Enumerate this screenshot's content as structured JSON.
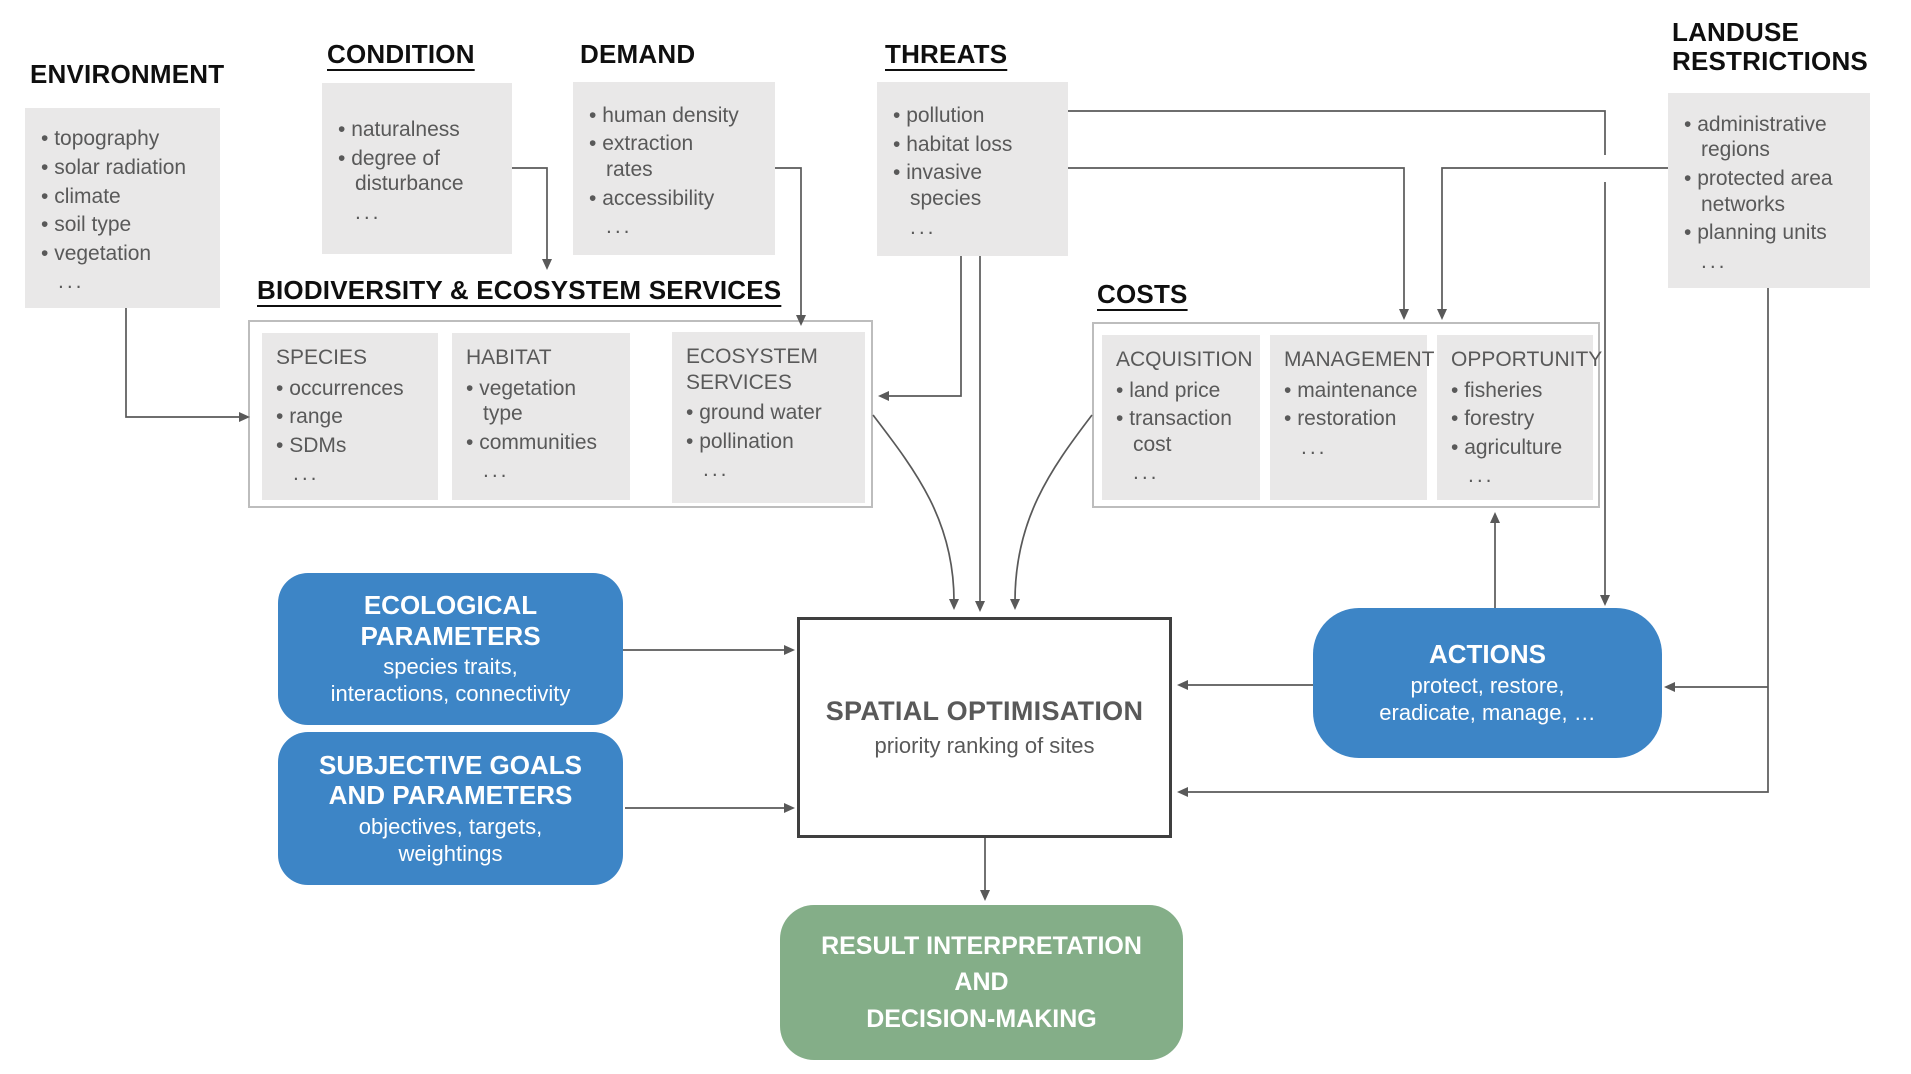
{
  "colors": {
    "blue": "#3d85c6",
    "green": "#84ae88",
    "box_gray": "#e9e8e8",
    "line": "#595959",
    "text_gray": "#595959",
    "title_black": "#0f0f0f",
    "container_border": "#bdbdbd",
    "optimisation_border": "#3f3f3f"
  },
  "misc": {
    "ellipsis": "..."
  },
  "groups": {
    "environment": {
      "title": "ENVIRONMENT",
      "items": [
        "topography",
        "solar radiation",
        "climate",
        "soil type",
        "vegetation"
      ]
    },
    "condition": {
      "title": "CONDITION",
      "items": [
        "naturalness",
        "degree of\ndisturbance"
      ]
    },
    "demand": {
      "title": "DEMAND",
      "items": [
        "human density",
        "extraction\nrates",
        "accessibility"
      ]
    },
    "threats": {
      "title": "THREATS",
      "items": [
        "pollution",
        "habitat loss",
        "invasive\nspecies"
      ]
    },
    "landuse": {
      "title": "LANDUSE\nRESTRICTIONS",
      "items": [
        "administrative\nregions",
        "protected area\nnetworks",
        "planning units"
      ]
    }
  },
  "biodiversity": {
    "heading": "BIODIVERSITY & ECOSYSTEM SERVICES",
    "boxes": [
      {
        "title": "SPECIES",
        "items": [
          "occurrences",
          "range",
          "SDMs"
        ]
      },
      {
        "title": "HABITAT",
        "items": [
          "vegetation\ntype",
          "communities"
        ]
      },
      {
        "title": "ECOSYSTEM\nSERVICES",
        "items": [
          "ground water",
          "pollination"
        ]
      }
    ]
  },
  "costs": {
    "heading": "COSTS",
    "boxes": [
      {
        "title": "ACQUISITION",
        "items": [
          "land price",
          "transaction\ncost"
        ]
      },
      {
        "title": "MANAGEMENT",
        "items": [
          "maintenance",
          "restoration"
        ]
      },
      {
        "title": "OPPORTUNITY",
        "items": [
          "fisheries",
          "forestry",
          "agriculture"
        ]
      }
    ]
  },
  "ecological": {
    "title": "ECOLOGICAL\nPARAMETERS",
    "subtitle": "species traits,\ninteractions, connectivity"
  },
  "subjective": {
    "title": "SUBJECTIVE GOALS\nAND PARAMETERS",
    "subtitle": "objectives, targets,\nweightings"
  },
  "optimisation": {
    "title": "SPATIAL OPTIMISATION",
    "subtitle": "priority ranking of sites"
  },
  "actions": {
    "title": "ACTIONS",
    "subtitle": "protect, restore,\neradicate, manage, …"
  },
  "result": {
    "text": "RESULT INTERPRETATION\nAND\nDECISION-MAKING"
  }
}
